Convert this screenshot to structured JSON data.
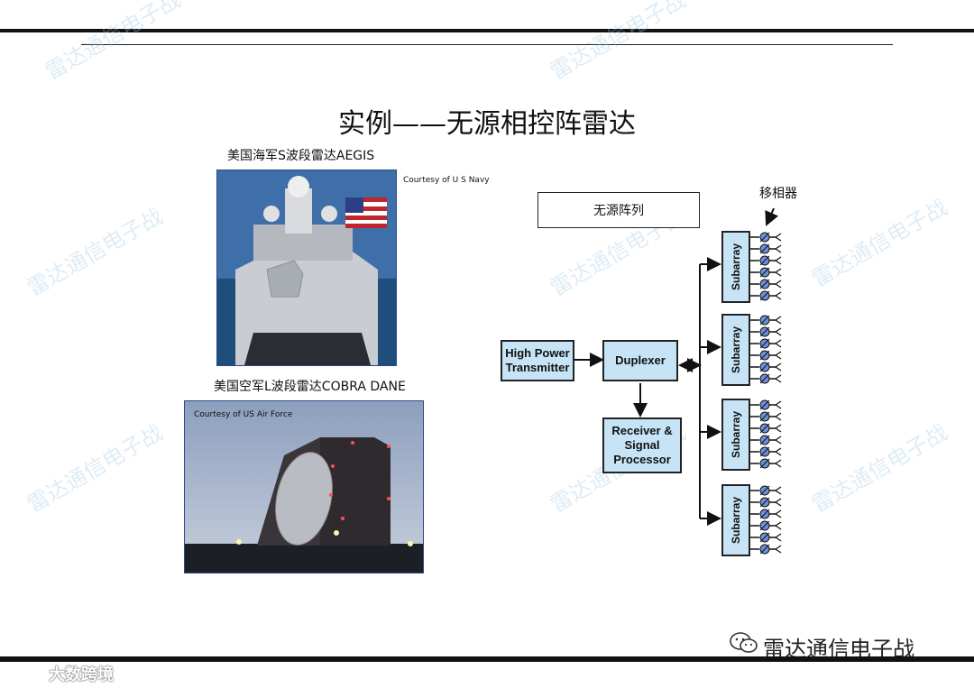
{
  "slide": {
    "title": "实例——无源相控阵雷达"
  },
  "photos": {
    "aegis": {
      "caption": "美国海军S波段雷达AEGIS",
      "courtesy": "Courtesy of U S Navy"
    },
    "cobra": {
      "caption": "美国空军L波段雷达COBRA DANE",
      "courtesy": "Courtesy of US Air Force"
    }
  },
  "diagram": {
    "array_label": "无源阵列",
    "phase_shifter_label": "移相器",
    "transmitter": "High Power Transmitter",
    "duplexer": "Duplexer",
    "receiver": "Receiver & Signal Processor",
    "subarrays": [
      "Subarray",
      "Subarray",
      "Subarray",
      "Subarray"
    ]
  },
  "branding": {
    "account": "雷达通信电子战",
    "footer_left": "大数跨境"
  },
  "watermarks": [
    "雷达通信电子战",
    "雷达通信电子战",
    "雷达通信电子战",
    "雷达通信电子战",
    "雷达通信电子战",
    "雷达通信电子战",
    "雷达通信电子战",
    "雷达通信电子战"
  ],
  "colors": {
    "box_fill": "#c6e4f6",
    "phase_shifter_fill": "#6f8fd8"
  }
}
